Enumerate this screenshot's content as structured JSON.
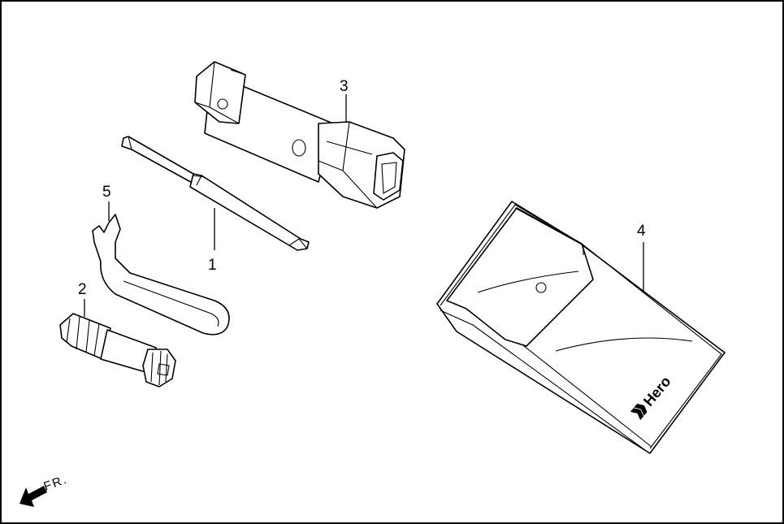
{
  "callouts": [
    {
      "id": "1",
      "label": "1"
    },
    {
      "id": "2",
      "label": "2"
    },
    {
      "id": "3",
      "label": "3"
    },
    {
      "id": "4",
      "label": "4"
    },
    {
      "id": "5",
      "label": "5"
    }
  ],
  "direction": {
    "label": "FR.",
    "icon": "arrow-down-left-icon"
  },
  "pouch_brand": {
    "text": "Hero",
    "icon": "hero-logo-icon"
  },
  "colors": {
    "line": "#000000",
    "background": "#ffffff"
  }
}
